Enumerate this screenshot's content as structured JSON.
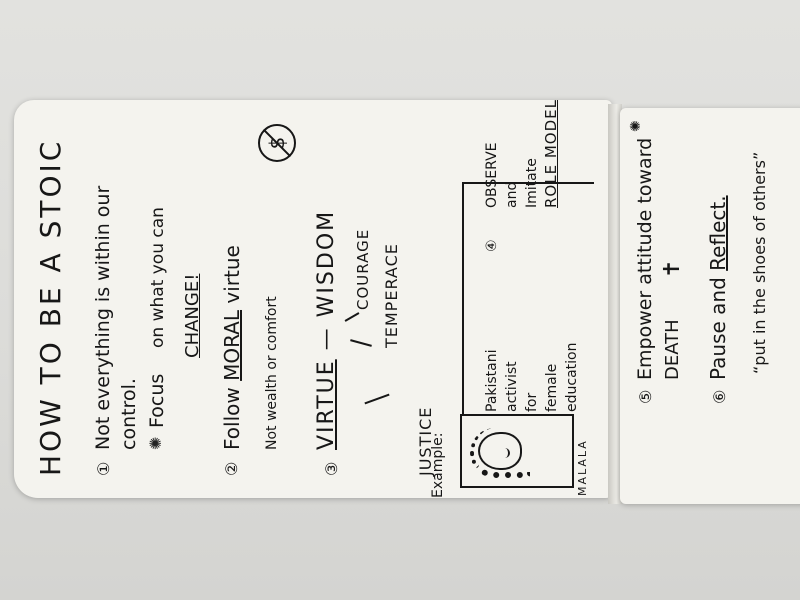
{
  "title": "HOW TO BE A STOIC",
  "point1": {
    "number": "①",
    "line1": "Not everything is within our",
    "line2": "control.",
    "focus": "Focus",
    "line3": "on what you can",
    "change": "CHANGE!"
  },
  "point2": {
    "number": "②",
    "prefix": "Follow",
    "moral": "MORAL",
    "suffix": "virtue",
    "line2": "Not wealth or comfort",
    "dollar": "$"
  },
  "point3": {
    "number": "③",
    "virtue": "VIRTUE",
    "dash": " — ",
    "wisdom": "WISDOM",
    "courage": "COURAGE",
    "temperance": "TEMPERACE",
    "justice": "JUSTICE"
  },
  "example": {
    "label": "Example:",
    "name": "MALALA",
    "bio": [
      "Pakistani",
      "activist",
      "for",
      "female",
      "education"
    ]
  },
  "point4": {
    "number": "④",
    "line1": "OBSERVE",
    "line2": "and",
    "line3": "Imitate",
    "role_models": "ROLE MODELS"
  },
  "point5": {
    "number": "⑤",
    "line1": "Empower attitude toward",
    "line2": "DEATH",
    "cross": "✝"
  },
  "point6": {
    "number": "⑥",
    "prefix": "Pause and",
    "reflect": "Reflect.",
    "line2": "“put in the shoes of others”"
  },
  "icons": {
    "burst": "burst-icon",
    "no_dollar": "no-dollar-icon",
    "portrait": "portrait-sketch"
  },
  "colors": {
    "ink": "#171717",
    "paper": "#f4f3ee",
    "surface": "#dcdcd9"
  }
}
